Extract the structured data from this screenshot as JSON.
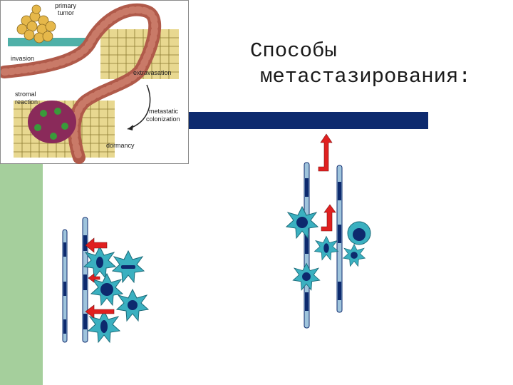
{
  "slide": {
    "title_line1": "Способы",
    "title_line2": "метастазирования:"
  },
  "figure": {
    "labels": {
      "primary_tumor_1": "primary",
      "primary_tumor_2": "tumor",
      "invasion": "invasion",
      "extravasation": "extravasation",
      "stromal_1": "stromal",
      "stromal_2": "reaction",
      "metastatic_1": "metastatic",
      "metastatic_2": "colonization",
      "dormancy": "dormancy"
    }
  },
  "colors": {
    "green_strip": "#a5cf9c",
    "blue_bar": "#0d2a6e",
    "vessel": "#b05a4a",
    "cell": "#d9c67a",
    "tumor_cell": "#3ab0c0",
    "nucleus": "#1a3c78",
    "arrow": "#e02020"
  }
}
